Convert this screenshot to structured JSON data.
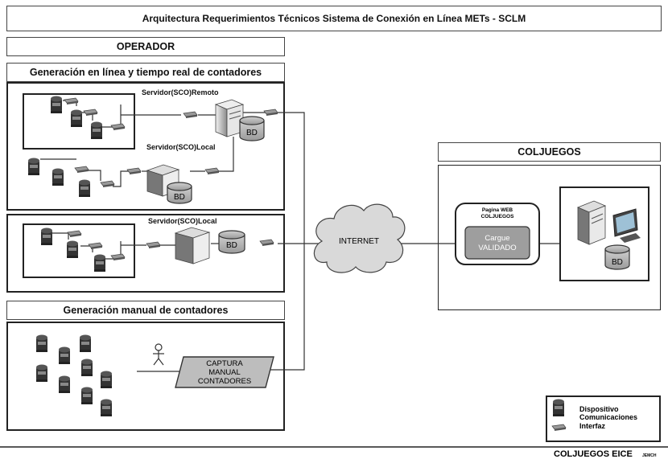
{
  "title": "Arquitectura Requerimientos Técnicos Sistema de Conexión en Línea METs - SCLM",
  "operador": {
    "header": "OPERADOR",
    "section_online": "Generación en línea y tiempo real de contadores",
    "server_remote": "Servidor(SCO)Remoto",
    "server_local_1": "Servidor(SCO)Local",
    "server_local_2": "Servidor(SCO)Local",
    "section_manual": "Generación manual de contadores",
    "captura": [
      "CAPTURA",
      "MANUAL",
      "CONTADORES"
    ]
  },
  "db_label": "BD",
  "internet": "INTERNET",
  "coljuegos": {
    "header": "COLJUEGOS",
    "pagina_web": [
      "Pagina WEB",
      "COLJUEGOS"
    ],
    "cargue": [
      "Cargue",
      "VALIDADO"
    ]
  },
  "legend": {
    "dispositivo": "Dispositivo",
    "comunicaciones": "Comunicaciones",
    "interfaz": "Interfaz"
  },
  "footer": {
    "brand": "COLJUEGOS EICE",
    "mark": "JEMCH"
  }
}
